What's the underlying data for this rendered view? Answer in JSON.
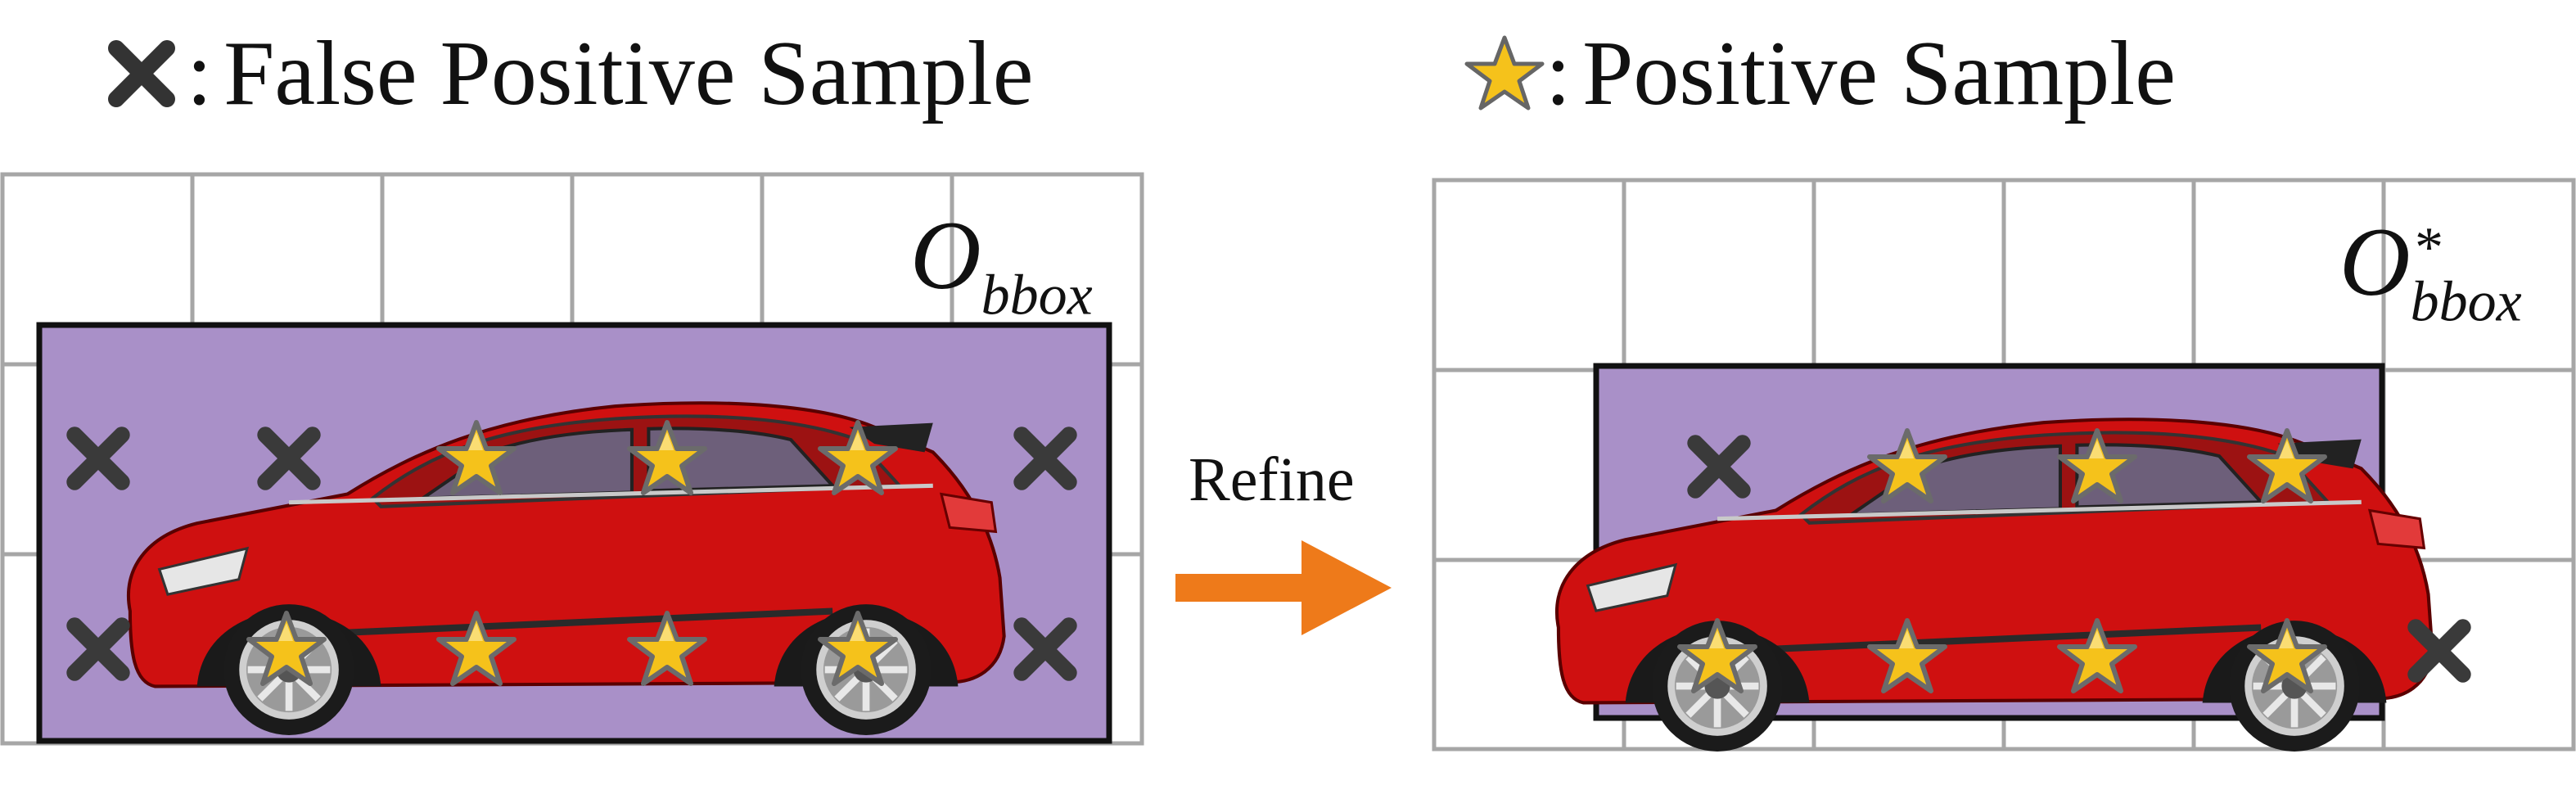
{
  "legend": {
    "negative_label": "False Positive Sample",
    "positive_label": "Positive Sample",
    "separator": ":"
  },
  "panels": {
    "left": {
      "label_base": "O",
      "label_sub": "bbox",
      "label_sup": ""
    },
    "right": {
      "label_base": "O",
      "label_sub": "bbox",
      "label_sup": "*"
    }
  },
  "arrow": {
    "label": "Refine"
  },
  "colors": {
    "grid": "#a6a6a6",
    "box_fill": "#a990c8",
    "box_stroke": "#111111",
    "car_body": "#cf1010",
    "star": "#f5c21b",
    "cross": "#3a3a3a",
    "arrow": "#ee7a1a"
  },
  "icons": {
    "negative": "cross-icon",
    "positive": "star-icon",
    "object": "car-illustration"
  }
}
